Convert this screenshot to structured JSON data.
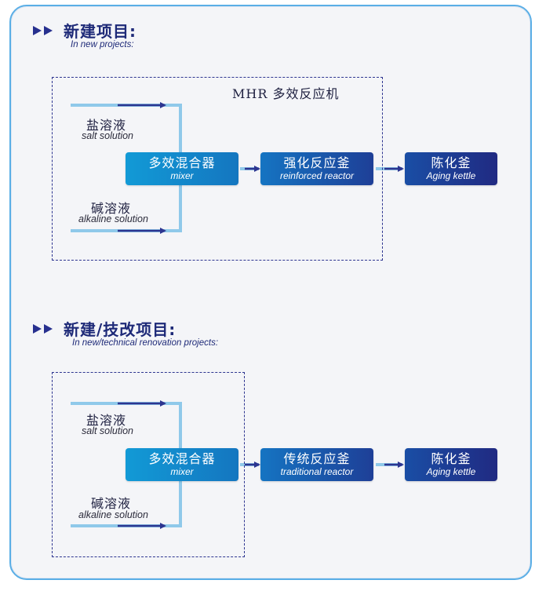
{
  "section_1": {
    "heading": "新建项目:",
    "subheading": "In new projects:",
    "box_label": "MHR 多效反应机",
    "inputs": [
      {
        "zh": "盐溶液",
        "en": "salt solution"
      },
      {
        "zh": "碱溶液",
        "en": "alkaline solution"
      }
    ],
    "mixer": {
      "zh": "多效混合器",
      "en": "mixer"
    },
    "reactor": {
      "zh": "强化反应釜",
      "en": "reinforced reactor"
    },
    "kettle": {
      "zh": "陈化釜",
      "en": "Aging kettle"
    }
  },
  "section_2": {
    "heading": "新建/技改项目:",
    "subheading": "In new/technical renovation projects:",
    "inputs": [
      {
        "zh": "盐溶液",
        "en": "salt solution"
      },
      {
        "zh": "碱溶液",
        "en": "alkaline solution"
      }
    ],
    "mixer": {
      "zh": "多效混合器",
      "en": "mixer"
    },
    "reactor": {
      "zh": "传统反应釜",
      "en": "traditional reactor"
    },
    "kettle": {
      "zh": "陈化釜",
      "en": "Aging kettle"
    }
  },
  "colors": {
    "frame_border": "#5aaee6",
    "heading": "#1e2a78",
    "flow_line": "#8fc9ea",
    "arrow": "#2d3590"
  },
  "icons": {
    "heading_marker": "double-triangle-icon",
    "flow_arrow": "arrow-right-icon"
  }
}
